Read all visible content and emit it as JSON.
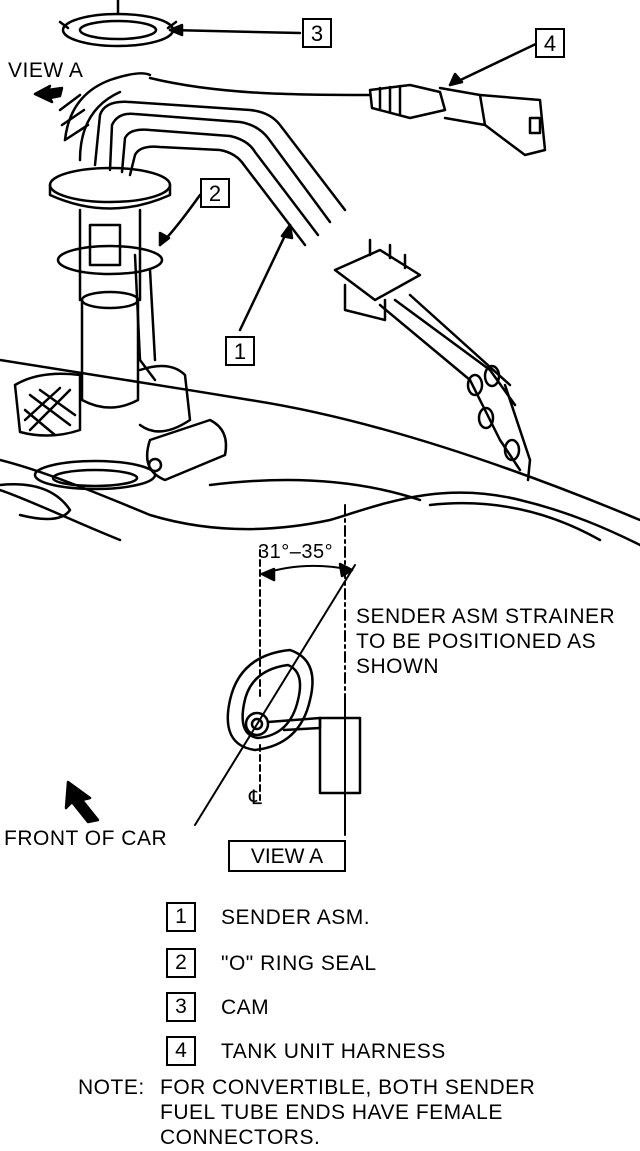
{
  "diagram": {
    "view_label_top": "VIEW A",
    "angle_label": "31°–35°",
    "strainer_note": [
      "SENDER ASM STRAINER",
      "TO BE POSITIONED AS",
      "SHOWN"
    ],
    "front_label": "FRONT OF CAR",
    "centerline_symbol": "℄",
    "view_box_label": "VIEW A",
    "callouts": {
      "c1": "1",
      "c2": "2",
      "c3": "3",
      "c4": "4"
    }
  },
  "legend": [
    {
      "num": "1",
      "text": "SENDER ASM."
    },
    {
      "num": "2",
      "text": "\"O\" RING SEAL"
    },
    {
      "num": "3",
      "text": "CAM"
    },
    {
      "num": "4",
      "text": "TANK UNIT HARNESS"
    }
  ],
  "note": {
    "prefix": "NOTE:",
    "lines": [
      "FOR CONVERTIBLE, BOTH SENDER",
      "FUEL TUBE ENDS HAVE FEMALE",
      "CONNECTORS."
    ]
  }
}
